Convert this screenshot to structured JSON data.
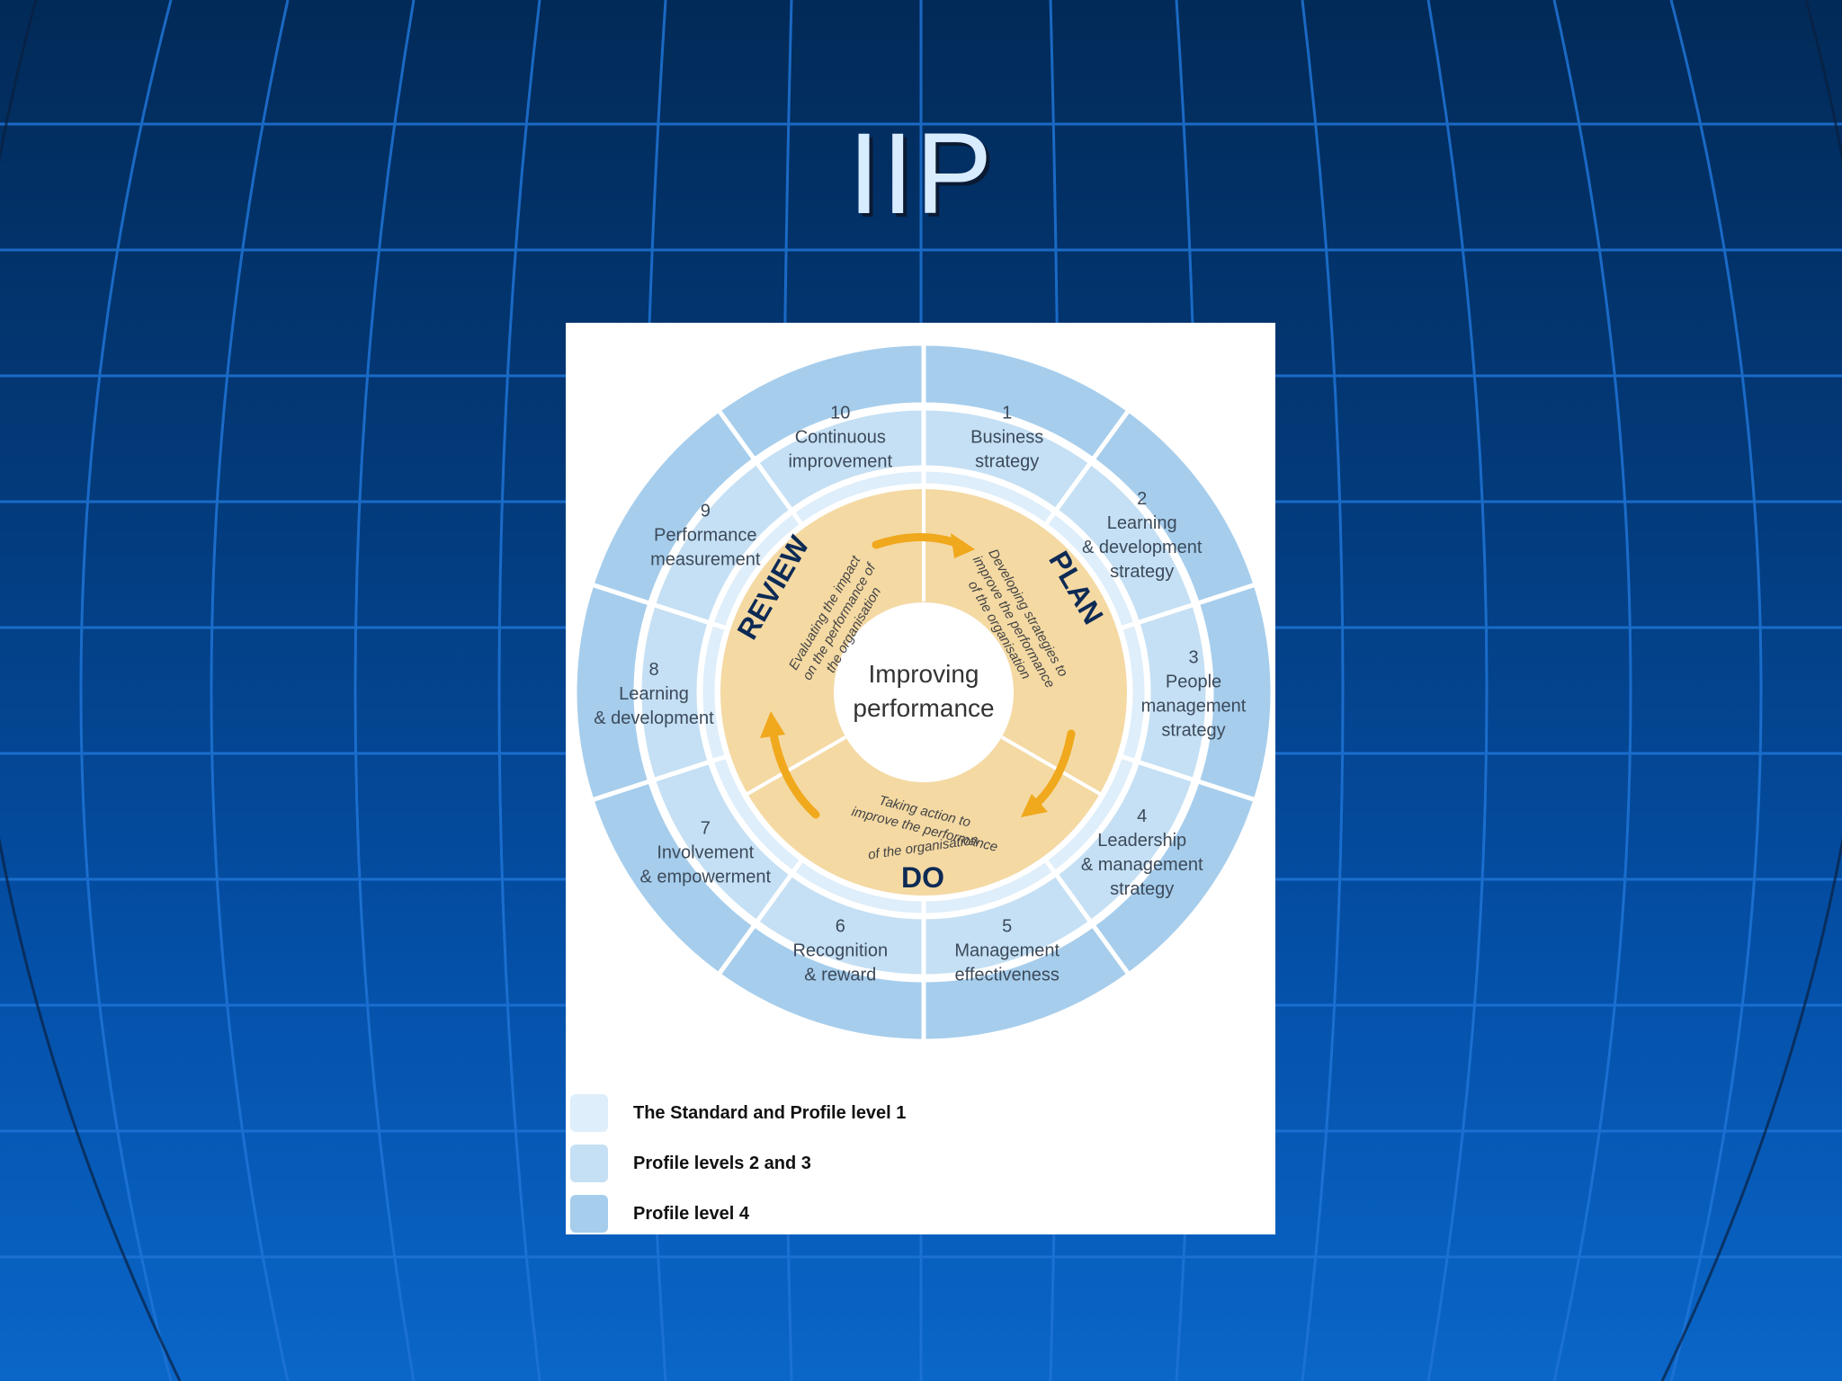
{
  "slide": {
    "title": "IIP"
  },
  "diagram": {
    "center_label_line1": "Improving",
    "center_label_line2": "performance",
    "phases": {
      "plan": {
        "label": "PLAN",
        "desc_lines": [
          "Developing strategies to",
          "improve the performance",
          "of the organisation"
        ]
      },
      "do": {
        "label": "DO",
        "desc_lines": [
          "Taking action to",
          "improve the performance",
          "of the organisation"
        ]
      },
      "review": {
        "label": "REVIEW",
        "desc_lines": [
          "Evaluating the impact",
          "on the performance of",
          "the organisation"
        ]
      }
    },
    "segments": [
      {
        "number": "1",
        "lines": [
          "Business",
          "strategy"
        ]
      },
      {
        "number": "2",
        "lines": [
          "Learning",
          "& development",
          "strategy"
        ]
      },
      {
        "number": "3",
        "lines": [
          "People",
          "management",
          "strategy"
        ]
      },
      {
        "number": "4",
        "lines": [
          "Leadership",
          "& management",
          "strategy"
        ]
      },
      {
        "number": "5",
        "lines": [
          "Management",
          "effectiveness"
        ]
      },
      {
        "number": "6",
        "lines": [
          "Recognition",
          "& reward"
        ]
      },
      {
        "number": "7",
        "lines": [
          "Involvement",
          "& empowerment"
        ]
      },
      {
        "number": "8",
        "lines": [
          "Learning",
          "& development"
        ]
      },
      {
        "number": "9",
        "lines": [
          "Performance",
          "measurement"
        ]
      },
      {
        "number": "10",
        "lines": [
          "Continuous",
          "improvement"
        ]
      }
    ],
    "legend": [
      {
        "label": "The Standard and Profile level 1",
        "color": "#deeefa"
      },
      {
        "label": "Profile levels 2 and 3",
        "color": "#c5e0f4"
      },
      {
        "label": "Profile level 4",
        "color": "#a6cdec"
      }
    ],
    "colors": {
      "inner_ring": "#f4d9a3",
      "arrow": "#f0a81c",
      "level1": "#deeefa",
      "level23": "#c5e0f4",
      "level4": "#a6cdec",
      "phase_text": "#0d2a55"
    }
  }
}
